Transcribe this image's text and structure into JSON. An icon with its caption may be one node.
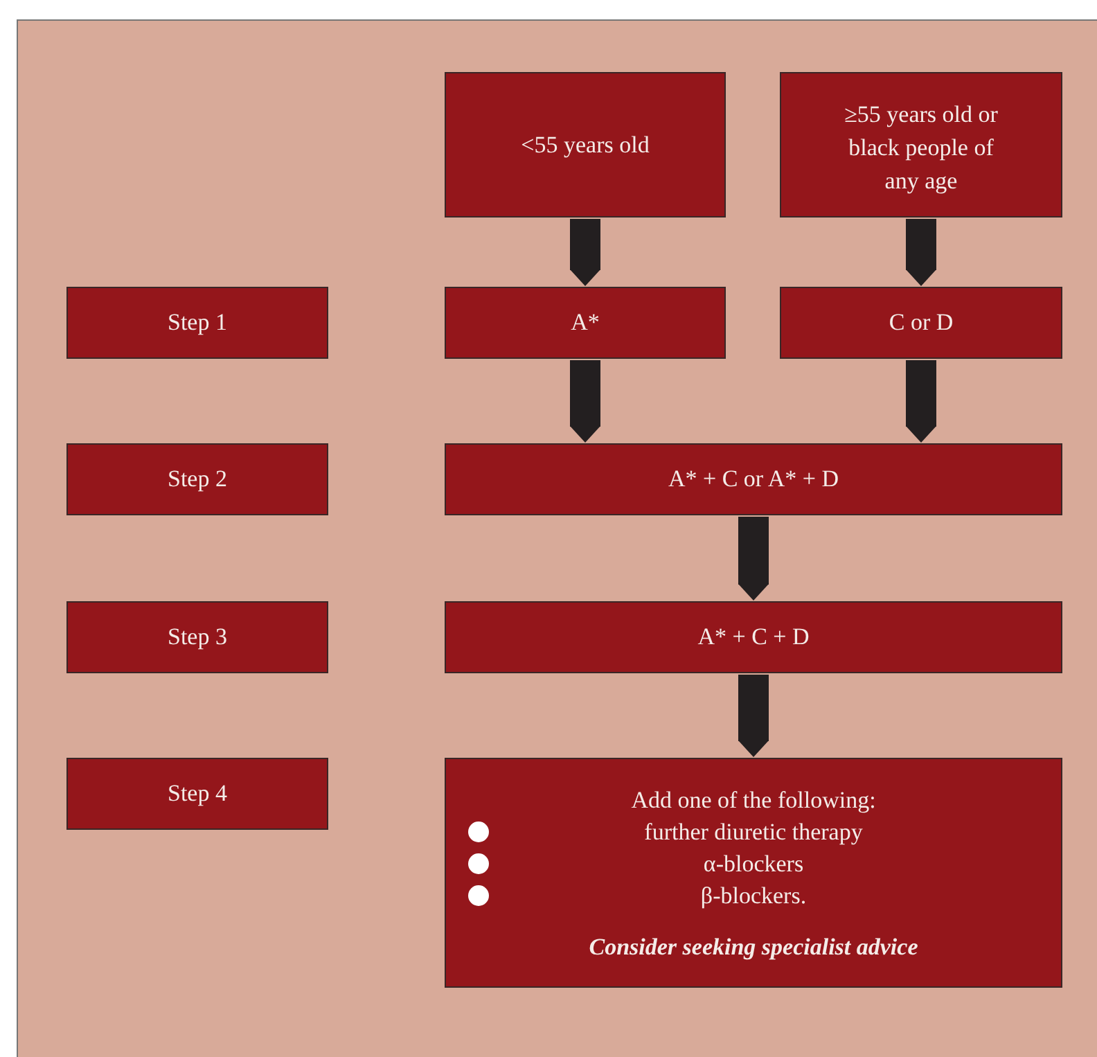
{
  "diagram": {
    "nodes": [
      {
        "text": [
          "<55 years old"
        ]
      },
      {
        "text": [
          "≥55 years old or black people of any age"
        ]
      },
      {
        "text": [
          "Step 1"
        ]
      },
      {
        "text": [
          "A*"
        ]
      },
      {
        "text": [
          "C or D"
        ]
      },
      {
        "text": [
          "Step 2"
        ]
      },
      {
        "text": [
          "A* + C or A* + D"
        ]
      },
      {
        "text": [
          "Step 3"
        ]
      },
      {
        "text": [
          "A* + C + D"
        ]
      },
      {
        "text": [
          "Step 4"
        ]
      },
      {
        "text": [
          "Add one of the following:",
          "further diuretic therapy",
          "α-blockers",
          "β-blockers.",
          "Consider seeking specialist advice"
        ]
      }
    ],
    "edges": [
      {
        "from": 0,
        "to": 3,
        "arrow": "to"
      },
      {
        "from": 1,
        "to": 4,
        "arrow": "to"
      },
      {
        "from": 3,
        "to": 6,
        "arrow": "to"
      },
      {
        "from": 4,
        "to": 6,
        "arrow": "to"
      },
      {
        "from": 6,
        "to": 8,
        "arrow": "to"
      },
      {
        "from": 8,
        "to": 10,
        "arrow": "to"
      }
    ]
  }
}
